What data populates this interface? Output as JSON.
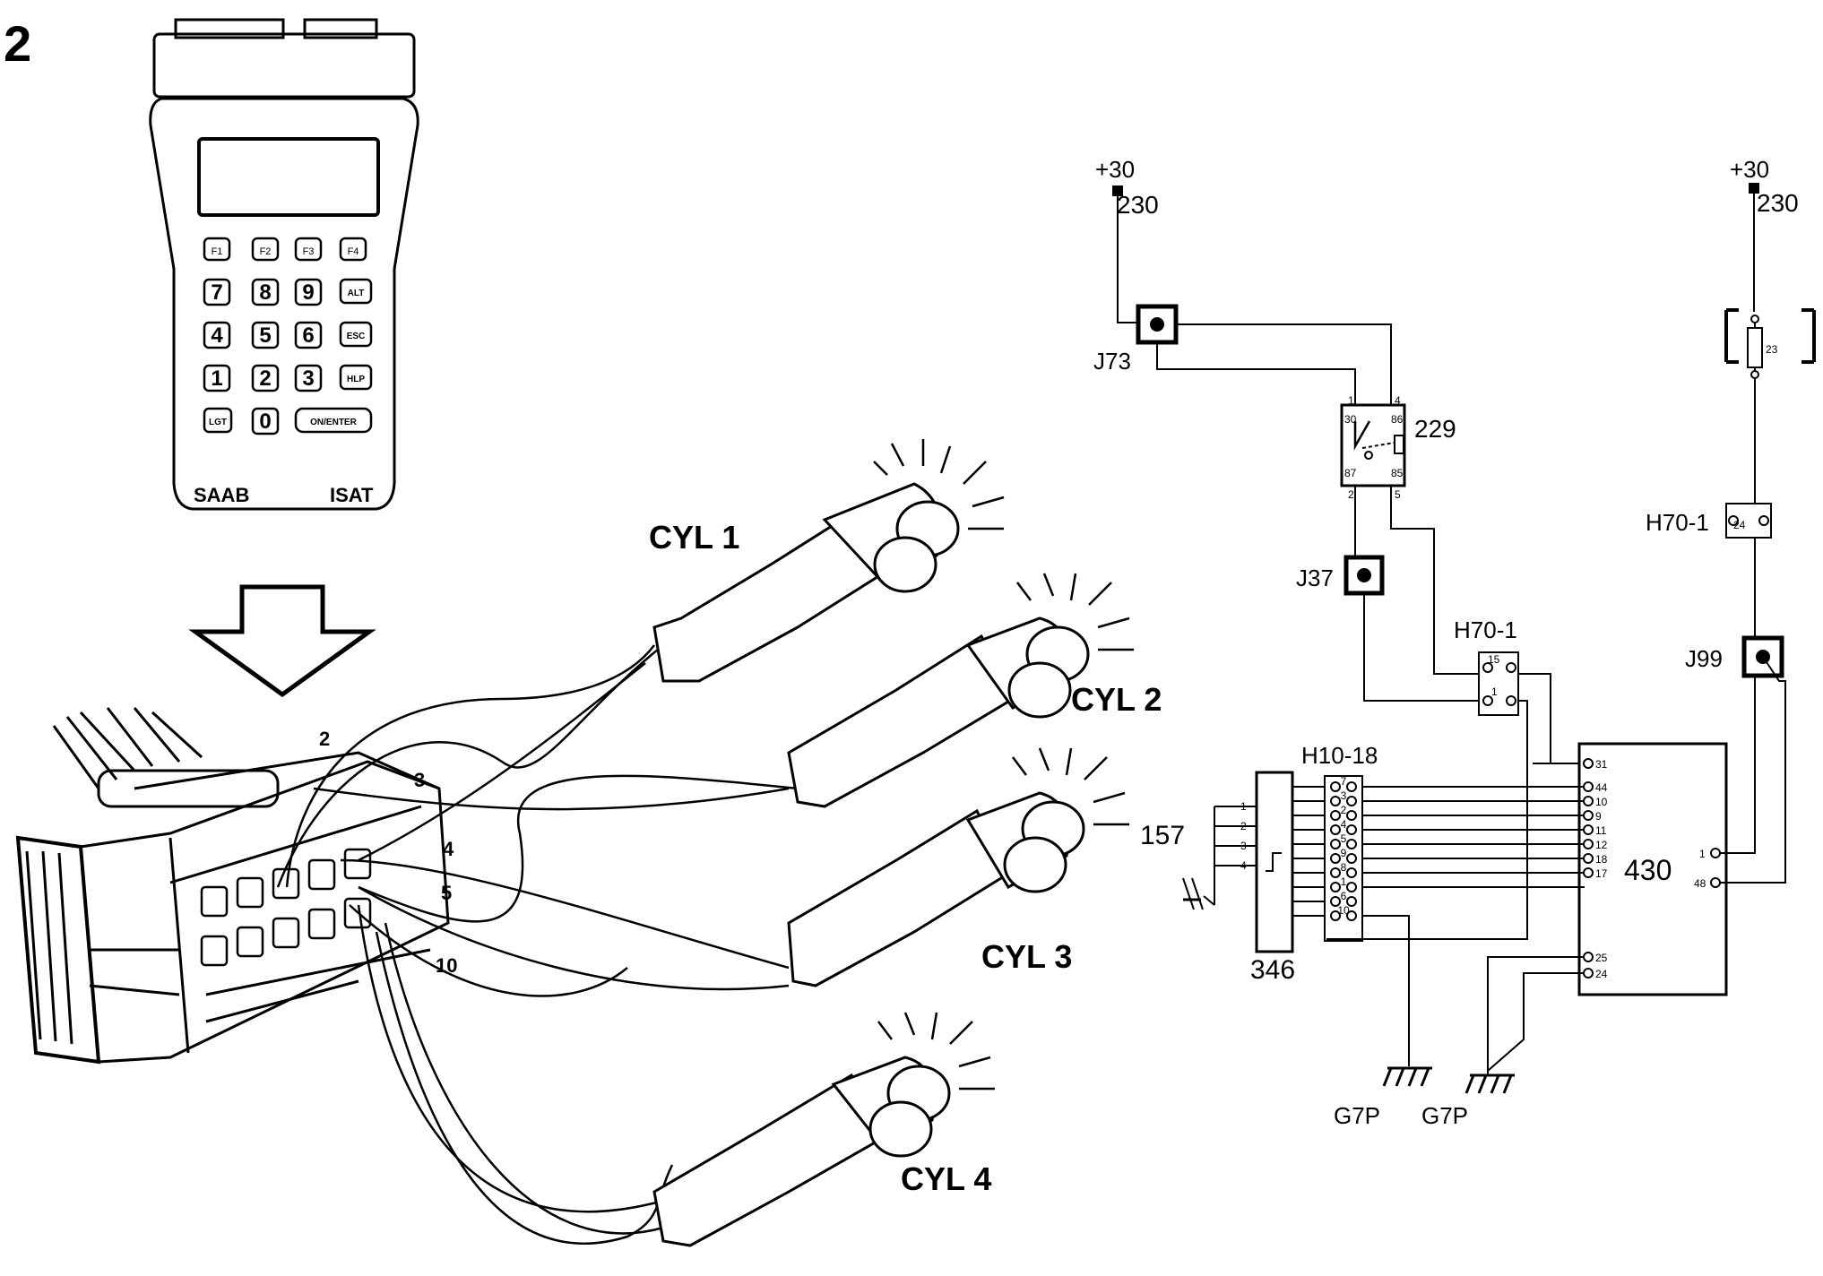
{
  "figure": {
    "number": "2",
    "tester": {
      "brand": "SAAB",
      "model": "ISAT",
      "keys": [
        "F1",
        "F2",
        "F3",
        "F4",
        "7",
        "8",
        "9",
        "ALT",
        "4",
        "5",
        "6",
        "ESC",
        "1",
        "2",
        "3",
        "HLP",
        "LGT",
        "0",
        "ON/ENTER"
      ]
    },
    "cylinders": [
      "CYL 1",
      "CYL 2",
      "CYL 3",
      "CYL 4"
    ],
    "connector_pins": [
      "2",
      "3",
      "4",
      "5",
      "10"
    ],
    "schematic": {
      "supply_left": "+30",
      "supply_left_id": "230",
      "supply_right": "+30",
      "supply_right_id": "230",
      "splice_j73": "J73",
      "relay": {
        "id": "229",
        "pin1": "1",
        "pin4": "4",
        "pin2": "2",
        "pin5": "5",
        "t30": "30",
        "t86": "86",
        "t87": "87",
        "t85": "85"
      },
      "splice_j37": "J37",
      "connector_h70_center": {
        "id": "H70-1",
        "p15": "15",
        "p1": "1"
      },
      "fuse": {
        "id": "23"
      },
      "connector_h70_right": {
        "id": "H70-1",
        "pin": "24"
      },
      "splice_j99": "J99",
      "connector_h10": {
        "id": "H10-18",
        "pins": [
          "7",
          "3",
          "2",
          "4",
          "5",
          "9",
          "8",
          "1",
          "6",
          "10"
        ]
      },
      "sparkplugs": {
        "id": "157",
        "pins": [
          "1",
          "2",
          "3",
          "4"
        ]
      },
      "ignition_cassette": "346",
      "ecu": {
        "id": "430",
        "pins_left": [
          "31",
          "44",
          "10",
          "9",
          "11",
          "12",
          "18",
          "17",
          "25",
          "24"
        ],
        "pins_right": [
          "1",
          "48"
        ]
      },
      "ground_left": "G7P",
      "ground_right": "G7P"
    }
  }
}
